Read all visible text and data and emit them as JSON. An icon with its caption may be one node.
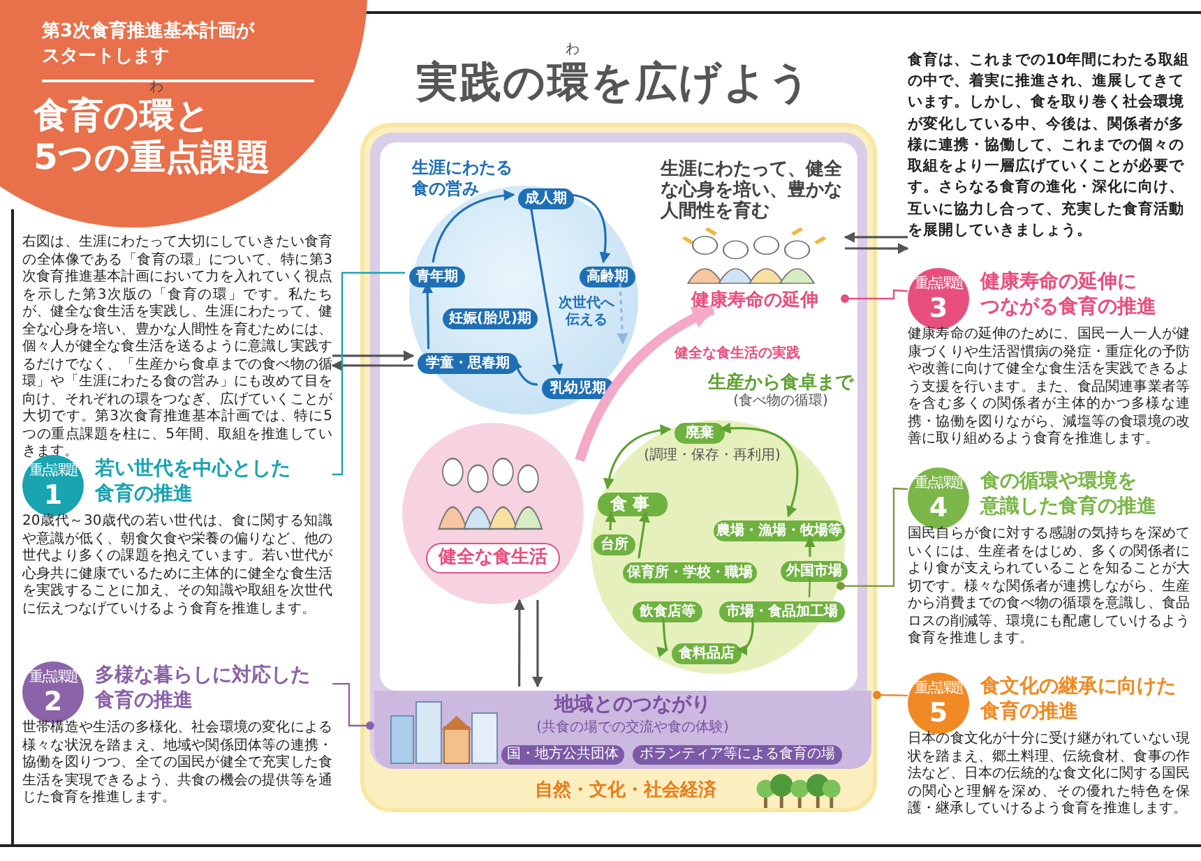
{
  "diagram": {
    "title": "実践の環を広げよう",
    "nodes": [
      {
        "text": [
          "第3次食育推進基本計画がスタートします",
          "食育の環と5つの重点課題"
        ]
      },
      {
        "text": [
          "右図は、生涯にわたって大切にしていきたい食育の全体像である「食育の環」について、特に第3次食育推進基本計画において力を入れていく視点を示した第3次版の「食育の環」です。私たちが、健全な食生活を実践し、生涯にわたって、健全な心身を培い、豊かな人間性を育むためには、個々人が健全な食生活を送るように意識し実践するだけでなく、「生産から食卓までの食べ物の循環」や「生涯にわたる食の営み」にも改めて目を向け、それぞれの環をつなぎ、広げていくことが大切です。第3次食育推進基本計画では、特に5つの重点課題を柱に、5年間、取組を推進していきます。"
        ]
      },
      {
        "text": [
          "重点課題",
          "1",
          "若い世代を中心とした食育の推進",
          "20歳代～30歳代の若い世代は、食に関する知識や意識が低く、朝食欠食や栄養の偏りなど、他の世代より多くの課題を抱えています。若い世代が心身共に健康でいるために主体的に健全な食生活を実践することに加え、その知識や取組を次世代に伝えつなげていけるよう食育を推進します。"
        ]
      },
      {
        "text": [
          "重点課題",
          "2",
          "多様な暮らしに対応した食育の推進",
          "世帯構造や生活の多様化、社会環境の変化による様々な状況を踏まえ、地域や関係団体等の連携・協働を図りつつ、全ての国民が健全で充実した食生活を実現できるよう、共食の機会の提供等を通じた食育を推進します。"
        ]
      },
      {
        "text": [
          "食育は、これまでの10年間にわたる取組の中で、着実に推進され、進展してきています。しかし、食を取り巻く社会環境が変化している中、今後は、関係者が多様に連携・協働して、これまでの個々の取組をより一層広げていくことが必要です。さらなる食育の進化・深化に向け、互いに協力し合って、充実した食育活動を展開していきましょう。"
        ]
      },
      {
        "text": [
          "重点課題",
          "3",
          "健康寿命の延伸につながる食育の推進",
          "健康寿命の延伸のために、国民一人一人が健康づくりや生活習慣病の発症・重症化の予防や改善に向けて健全な食生活を実践できるよう支援を行います。また、食品関連事業者等を含む多くの関係者が主体的かつ多様な連携・協働を図りながら、減塩等の食環境の改善に取り組めるよう食育を推進します。"
        ]
      },
      {
        "text": [
          "重点課題",
          "4",
          "食の循環や環境を意識した食育の推進",
          "国民自らが食に対する感謝の気持ちを深めていくには、生産者をはじめ、多くの関係者により食が支えられていることを知ることが大切です。様々な関係者が連携しながら、生産から消費までの食べ物の循環を意識し、食品ロスの削減等、環境にも配慮していけるよう食育を推進します。"
        ]
      },
      {
        "text": [
          "重点課題",
          "5",
          "食文化の継承に向けた食育の推進",
          "日本の食文化が十分に受け継がれていない現状を踏まえ、郷土料理、伝統食材、食事の作法など、日本の伝統的な食文化に関する国民の関心と理解を深め、その優れた特色を保護・継承していけるよう食育を推進します。"
        ]
      },
      {
        "text": [
          "自然・文化・社会経済"
        ]
      },
      {
        "text": [
          "生涯にわたる食の営み"
        ],
        "in": 8
      },
      {
        "text": [
          "成人期"
        ],
        "in": 9
      },
      {
        "text": [
          "高齢期"
        ],
        "in": 9
      },
      {
        "text": [
          "妊娠(胎児)期"
        ],
        "in": 9
      },
      {
        "text": [
          "青年期"
        ],
        "in": 9
      },
      {
        "text": [
          "学童・思春期"
        ],
        "in": 9
      },
      {
        "text": [
          "乳幼児期"
        ],
        "in": 9
      },
      {
        "text": [
          "生涯にわたって、健全な心身を培い、豊かな人間性を育む",
          "健康寿命の延伸"
        ],
        "in": 8
      },
      {
        "text": [
          "健全な食生活"
        ],
        "in": 8
      },
      {
        "text": [
          "生産から食卓まで",
          "(食べ物の循環)"
        ],
        "in": 8
      },
      {
        "text": [
          "廃棄"
        ],
        "in": 18,
        "beside": [
          "(調理・保存・再利用)"
        ]
      },
      {
        "text": [
          "食事"
        ],
        "in": 18
      },
      {
        "text": [
          "農場・漁場・牧場等"
        ],
        "in": 18
      },
      {
        "text": [
          "市場・食品加工場"
        ],
        "in": 18
      },
      {
        "text": [
          "食料品店"
        ],
        "in": 18
      },
      {
        "text": [
          "保育所・学校・職場"
        ],
        "in": 18
      },
      {
        "text": [
          "台所"
        ],
        "in": 18
      },
      {
        "text": [
          "飲食店等"
        ],
        "in": 18
      },
      {
        "text": [
          "地域とのつながり",
          "(共食の場での交流や食の体験)"
        ],
        "in": 8
      },
      {
        "text": [
          "国・地方公共団体"
        ],
        "in": 27
      },
      {
        "text": [
          "ボランティア等による食育の場"
        ],
        "in": 27
      },
      {
        "text": [
          "外国市場"
        ],
        "in": 18
      }
    ],
    "edges": [
      {
        "from": 13,
        "to": 10,
        "arrow": "to",
        "color": "#1f6fb5"
      },
      {
        "from": 10,
        "to": 11,
        "arrow": "to",
        "color": "#1f6fb5"
      },
      {
        "from": 10,
        "to": 15,
        "arrow": "to",
        "color": "#1f6fb5"
      },
      {
        "from": 15,
        "to": 14,
        "arrow": "to",
        "color": "#1f6fb5"
      },
      {
        "from": 14,
        "to": 13,
        "arrow": "to",
        "color": "#1f6fb5"
      },
      {
        "from": 11,
        "to": null,
        "arrow": "to",
        "style": "dashed",
        "color": "#8fb7e0",
        "label": "次世代へ伝える"
      },
      {
        "from": 17,
        "to": 16,
        "arrow": "to",
        "style": "thick",
        "color": "#f4a9c6",
        "label": "健全な食生活の実践"
      },
      {
        "from": 27,
        "to": 17,
        "arrow": "to"
      },
      {
        "from": 17,
        "to": 27,
        "arrow": "to"
      },
      {
        "from": 1,
        "to": 14,
        "arrow": "to"
      },
      {
        "from": 14,
        "to": 1,
        "arrow": "to"
      },
      {
        "from": 4,
        "to": 16,
        "arrow": "to"
      },
      {
        "from": 16,
        "to": 4,
        "arrow": "to"
      },
      {
        "from": 2,
        "to": 13,
        "arrow": "none",
        "color": "#1aa3b0"
      },
      {
        "from": 3,
        "to": 27,
        "arrow": "other",
        "color": "#8a63a8"
      },
      {
        "from": 5,
        "to": 16,
        "arrow": "other",
        "color": "#e84f7f"
      },
      {
        "from": 6,
        "to": 18,
        "arrow": "other",
        "color": "#7a9a3a"
      },
      {
        "from": 7,
        "to": 8,
        "arrow": "other",
        "color": "#e8872a"
      },
      {
        "from": 20,
        "to": 19,
        "arrow": "both",
        "color": "#5ea232"
      },
      {
        "from": 19,
        "to": 21,
        "arrow": "both",
        "color": "#5ea232"
      },
      {
        "from": 22,
        "to": 30,
        "arrow": "none",
        "color": "#5ea232"
      },
      {
        "from": 22,
        "to": 23,
        "arrow": "to",
        "color": "#5ea232"
      },
      {
        "from": 25,
        "to": 20,
        "arrow": "to",
        "color": "#5ea232"
      },
      {
        "from": 24,
        "to": 20,
        "arrow": "to",
        "color": "#5ea232"
      },
      {
        "from": 26,
        "to": 23,
        "arrow": "to",
        "color": "#5ea232"
      },
      {
        "from": 30,
        "to": 21,
        "arrow": "to",
        "color": "#5ea232"
      }
    ],
    "labels": [
      "わ",
      "わ"
    ]
  }
}
